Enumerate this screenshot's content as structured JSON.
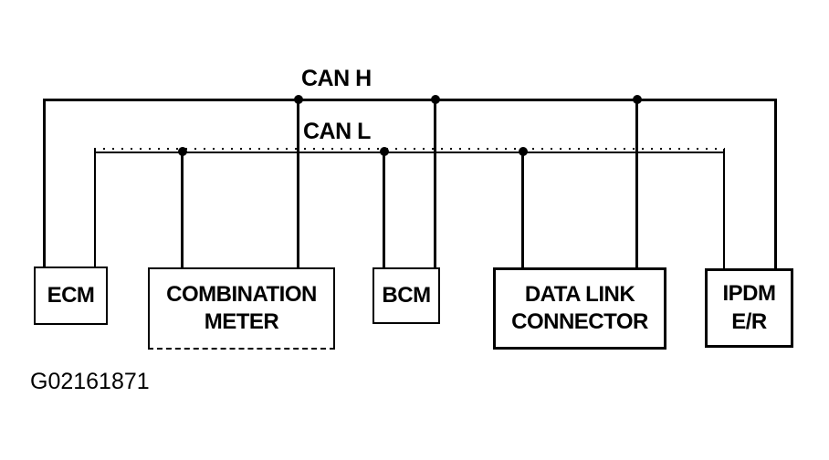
{
  "diagram": {
    "bus_labels": {
      "can_h": "CAN H",
      "can_l": "CAN L"
    },
    "modules": {
      "ecm": {
        "line1": "ECM"
      },
      "combination_meter": {
        "line1": "COMBINATION",
        "line2": "METER"
      },
      "bcm": {
        "line1": "BCM"
      },
      "data_link_connector": {
        "line1": "DATA LINK",
        "line2": "CONNECTOR"
      },
      "ipdm_er": {
        "line1": "IPDM",
        "line2": "E/R"
      }
    },
    "figure_id": "G02161871",
    "colors": {
      "line": "#000000",
      "background": "#ffffff"
    }
  }
}
